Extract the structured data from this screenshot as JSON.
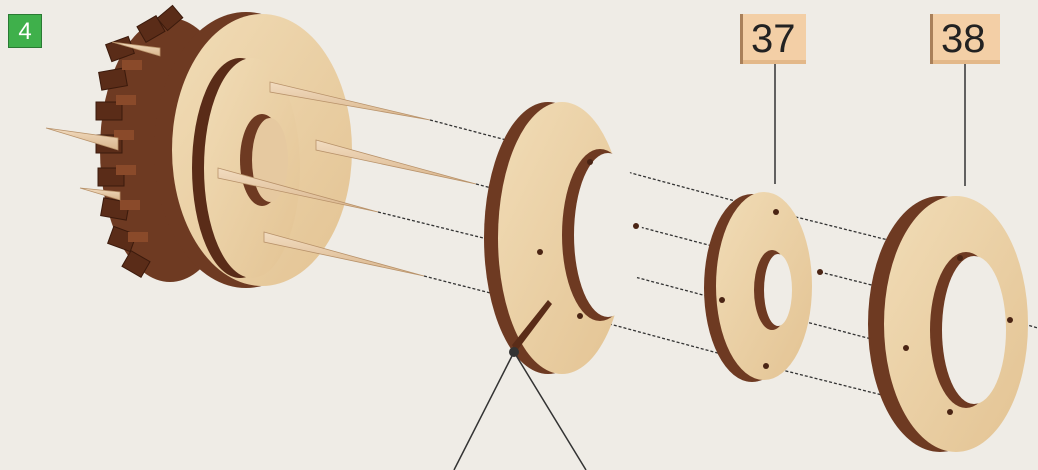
{
  "step": {
    "number": "4"
  },
  "parts": [
    {
      "label": "37"
    },
    {
      "label": "38"
    }
  ],
  "colors": {
    "background": "#efece6",
    "wood_face": "#e9cfa4",
    "wood_edge": "#6e3a22",
    "wood_edge_dark": "#4a2414",
    "peg": "#e6c7a2",
    "step_badge": "#3fb04b",
    "part_label_bg": "#f3cfa6"
  }
}
